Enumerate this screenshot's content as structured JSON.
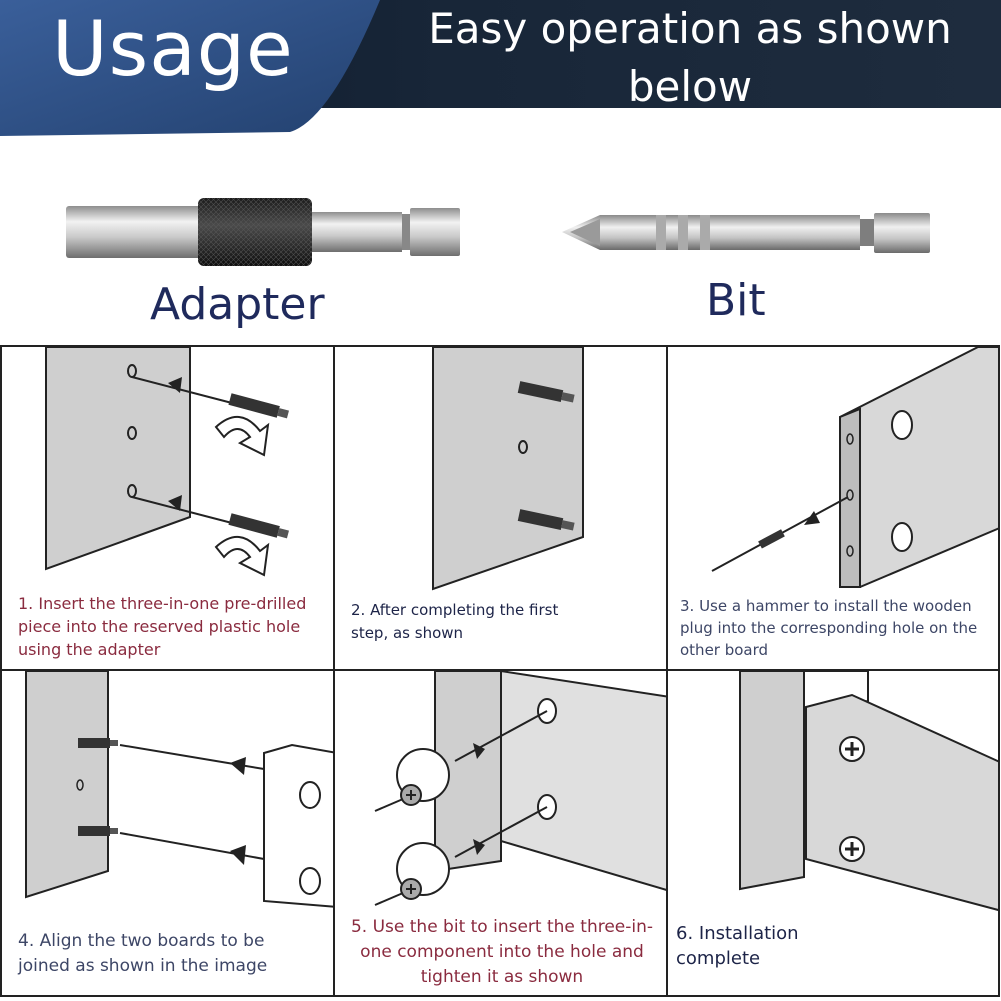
{
  "header": {
    "title": "Usage",
    "headline": "Easy operation as shown below"
  },
  "tools": {
    "adapter_label": "Adapter",
    "bit_label": "Bit"
  },
  "steps": [
    {
      "caption": "1. Insert the three-in-one pre-drilled piece into the reserved plastic hole using the adapter"
    },
    {
      "caption": "2. After completing the first step, as shown"
    },
    {
      "caption": "3. Use a hammer to install the wooden plug into the corresponding hole on the other board"
    },
    {
      "caption": "4. Align the two boards to be joined as shown in the image"
    },
    {
      "caption": "5. Use the bit to insert the three-in-one component into the hole and tighten it as shown"
    },
    {
      "caption": "6. Installation complete"
    }
  ],
  "colors": {
    "header_dark": "#15233a",
    "header_tab": "#2f4f86",
    "label_navy": "#1f2a5c",
    "caption_red": "#8a2b3f",
    "board_gray": "#c8c8c8"
  }
}
